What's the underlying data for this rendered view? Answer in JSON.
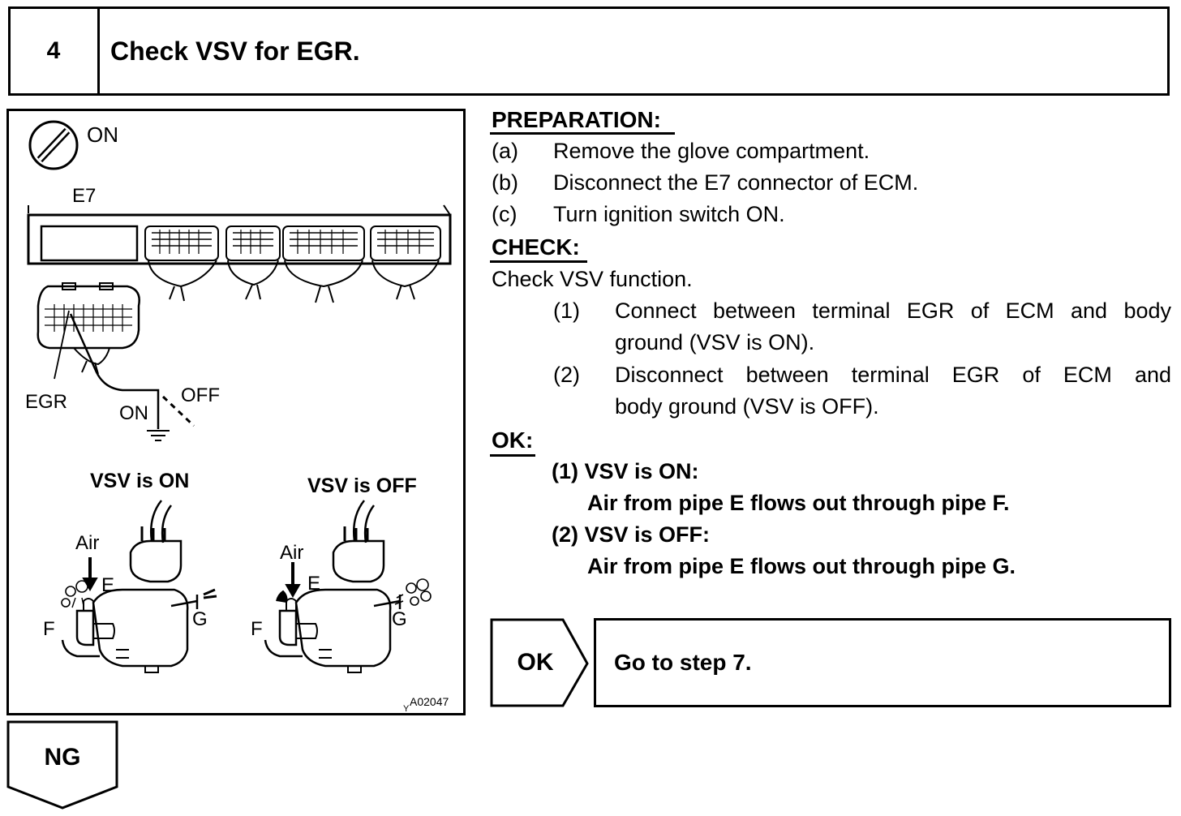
{
  "step": {
    "number": "4",
    "title": "Check VSV for EGR."
  },
  "figure": {
    "ignition_label": "ON",
    "connector_label": "E7",
    "terminal_label": "EGR",
    "switch_on_label": "ON",
    "switch_off_label": "OFF",
    "vsv_on_title": "VSV is ON",
    "vsv_off_title": "VSV is OFF",
    "air_label": "Air",
    "pipe_e": "E",
    "pipe_f": "F",
    "pipe_g": "G",
    "figure_id": "A02047",
    "figure_prefix": "Y"
  },
  "preparation": {
    "heading": "PREPARATION:",
    "items": [
      {
        "marker": "(a)",
        "text": "Remove the glove compartment."
      },
      {
        "marker": "(b)",
        "text": "Disconnect the E7 connector of ECM."
      },
      {
        "marker": "(c)",
        "text": "Turn ignition switch ON."
      }
    ]
  },
  "check": {
    "heading": "CHECK:",
    "intro": "Check VSV function.",
    "items": [
      {
        "marker": "(1)",
        "line1": "Connect between terminal EGR of ECM and body",
        "line2": "ground (VSV is ON)."
      },
      {
        "marker": "(2)",
        "line1": "Disconnect between terminal EGR of ECM and",
        "line2": "body ground (VSV is OFF)."
      }
    ]
  },
  "ok": {
    "heading": "OK:",
    "items": [
      {
        "title": "(1) VSV is ON:",
        "result": "Air from pipe E flows out through pipe F."
      },
      {
        "title": "(2) VSV is OFF:",
        "result": "Air from pipe E flows out through pipe G."
      }
    ]
  },
  "branch": {
    "ok_label": "OK",
    "ok_action": "Go to step 7.",
    "ng_label": "NG"
  }
}
